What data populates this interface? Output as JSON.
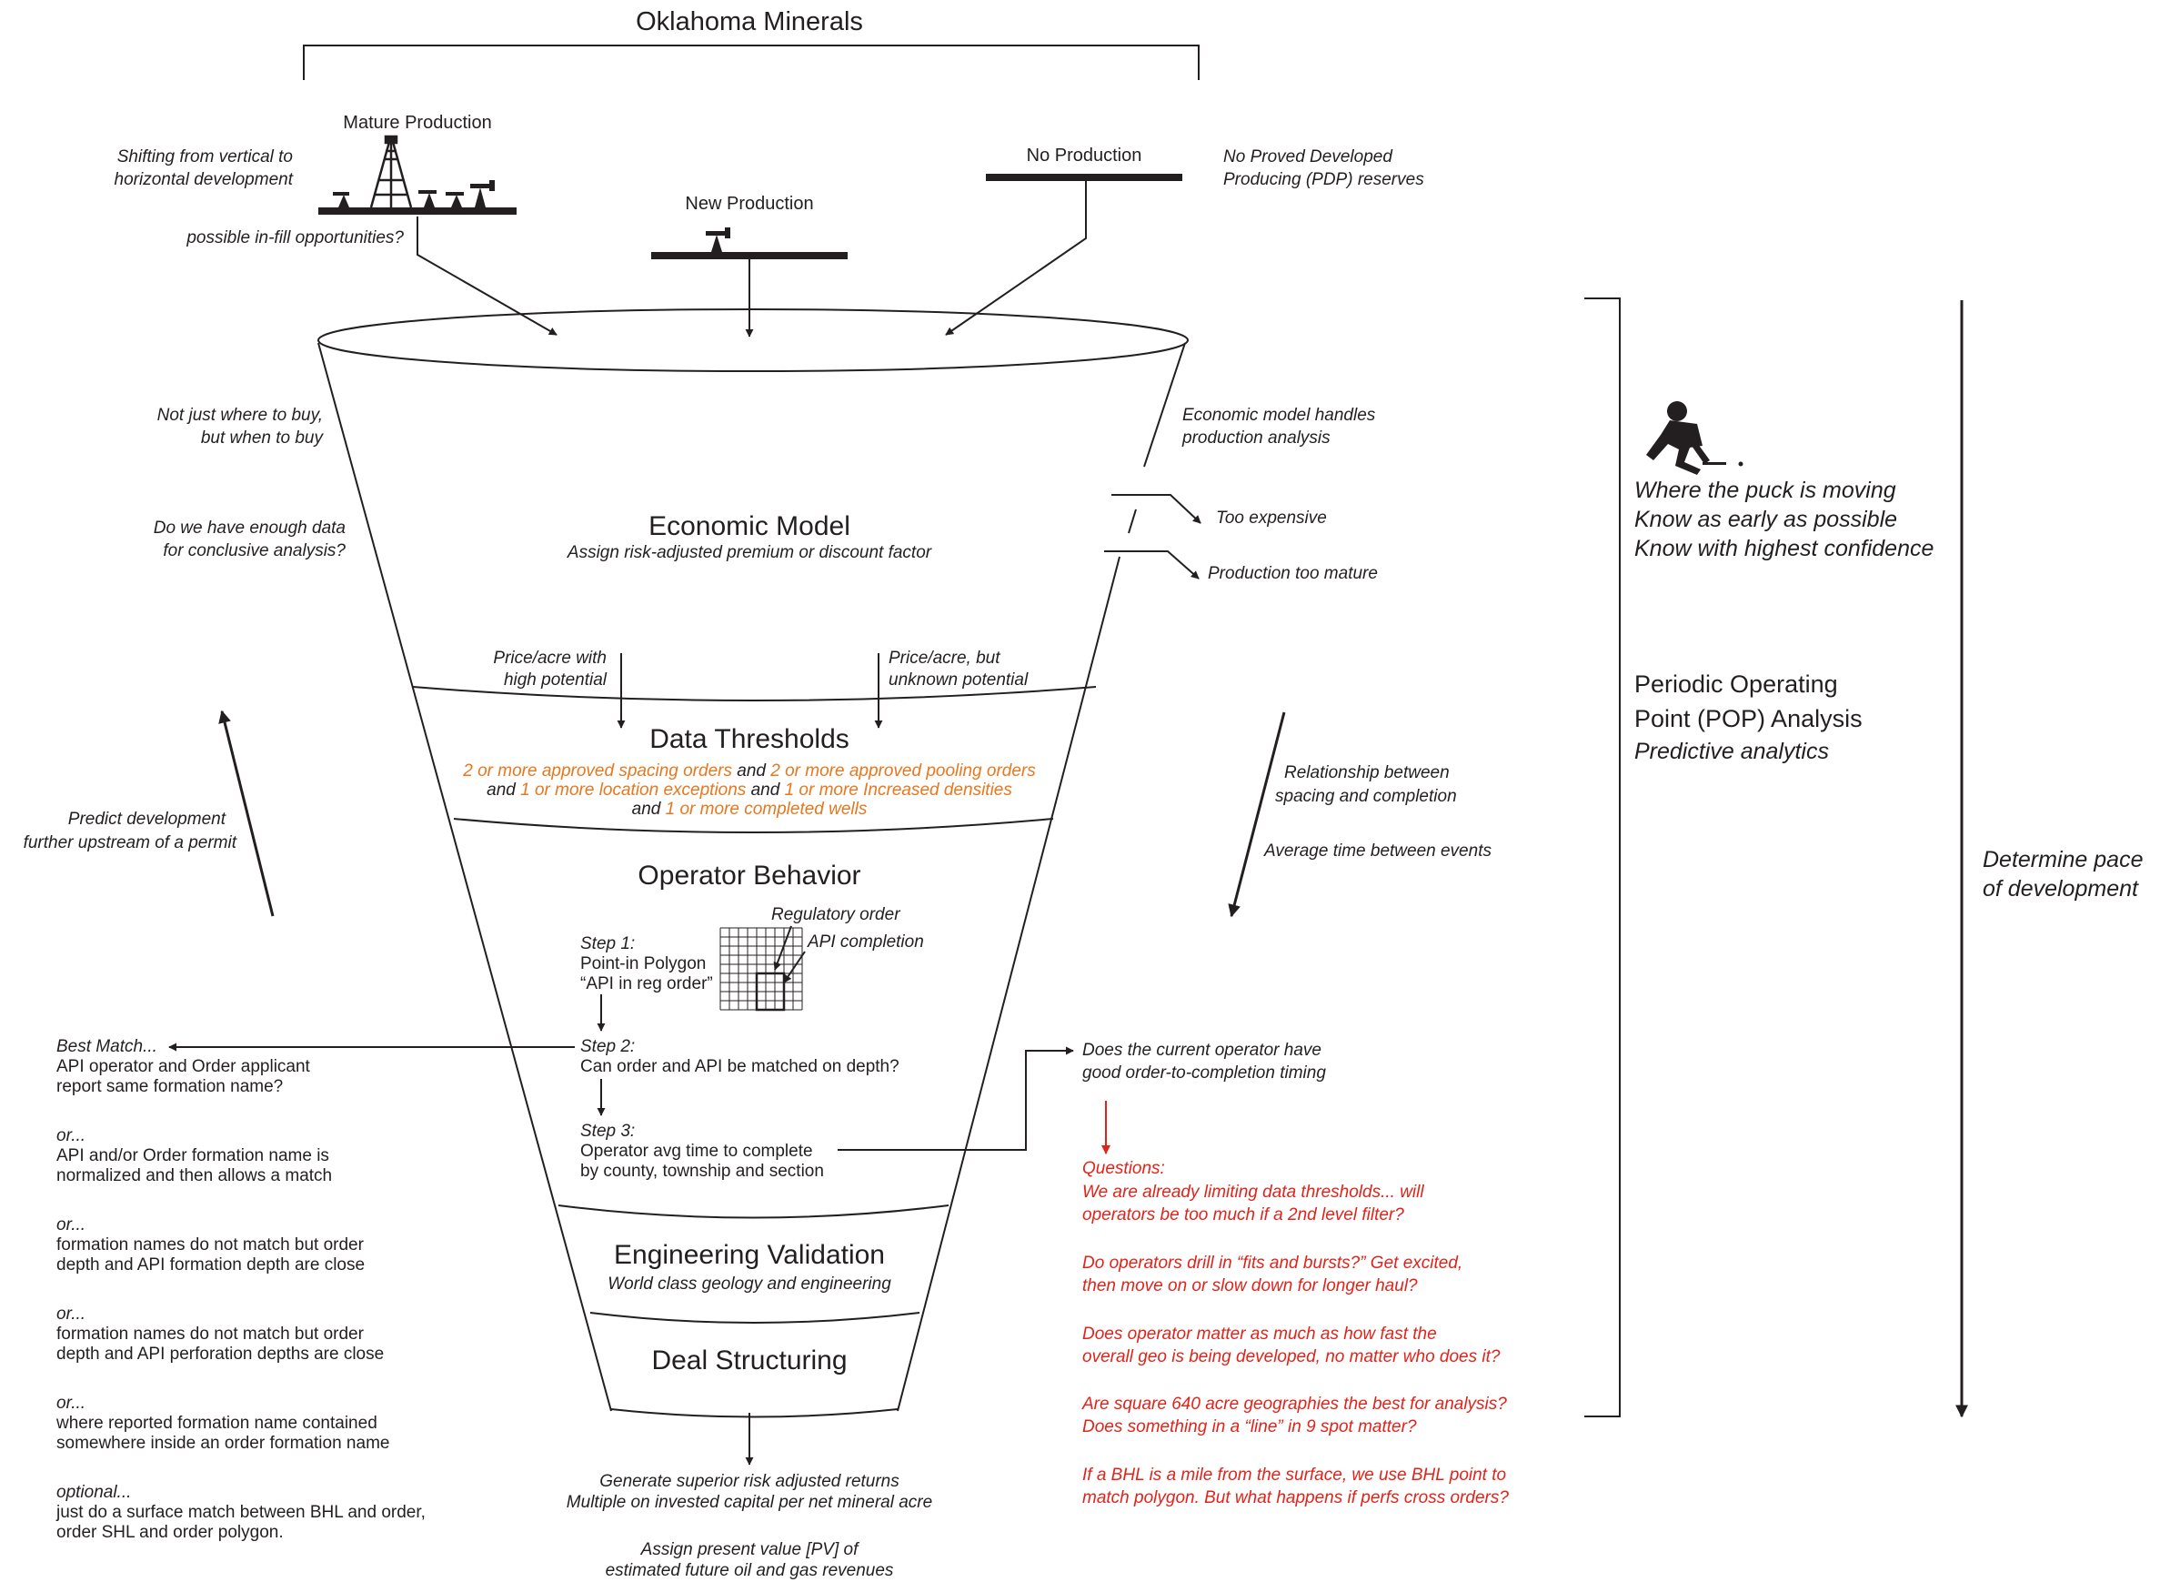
{
  "title": "Oklahoma Minerals",
  "production": {
    "mature": "Mature Production",
    "new": "New Production",
    "none": "No Production",
    "left_note": [
      "Shifting from vertical to",
      "horizontal development"
    ],
    "infill_note": "possible in-fill opportunities?",
    "pdp_note": [
      "No Proved Developed",
      "Producing (PDP) reserves"
    ]
  },
  "left_notes": {
    "buy": [
      "Not just where to buy,",
      "but when to buy"
    ],
    "data": [
      "Do we have enough data",
      "for conclusive analysis?"
    ],
    "predict": [
      "Predict development",
      "further upstream of a permit"
    ]
  },
  "right_notes": {
    "econ": [
      "Economic model handles",
      "production analysis"
    ],
    "too_expensive": "Too expensive",
    "too_mature": "Production too mature",
    "relationship": [
      "Relationship between",
      "spacing and completion"
    ],
    "avg_time": "Average time between events",
    "timing": [
      "Does the current operator have",
      "good order-to-completion timing"
    ]
  },
  "economic_model": {
    "heading": "Economic Model",
    "sub": "Assign risk-adjusted premium or discount factor",
    "price_high": [
      "Price/acre with",
      "high potential"
    ],
    "price_unknown": [
      "Price/acre, but",
      "unknown potential"
    ]
  },
  "data_thresholds": {
    "heading": "Data Thresholds",
    "line1": [
      "2 or more approved spacing orders",
      " and ",
      "2 or more approved pooling orders"
    ],
    "line2": [
      "and ",
      "1 or more location exceptions",
      " and ",
      "1 or more Increased densities"
    ],
    "line3": [
      "and ",
      "1 or more completed wells"
    ]
  },
  "operator_behavior": {
    "heading": "Operator Behavior",
    "reg_order": "Regulatory order",
    "api_completion": "API completion",
    "step1_title": "Step 1:",
    "step1_lines": [
      "Point-in Polygon",
      "“API in reg order”"
    ],
    "step2_title": "Step 2:",
    "step2_text": "Can order and API be matched on depth?",
    "step3_title": "Step 3:",
    "step3_lines": [
      "Operator avg time to complete",
      "by county, township and section"
    ]
  },
  "engineering": {
    "heading": "Engineering Validation",
    "sub": "World class geology and engineering"
  },
  "deal": {
    "heading": "Deal Structuring"
  },
  "bottom_notes": {
    "returns": [
      "Generate superior risk adjusted returns",
      "Multiple on invested capital per net mineral acre"
    ],
    "pv": [
      "Assign present value [PV] of",
      "estimated future oil and gas revenues"
    ]
  },
  "matches": [
    {
      "title": "Best Match...",
      "lines": [
        "API operator and Order applicant",
        "report same formation name?"
      ]
    },
    {
      "title": "or...",
      "lines": [
        "API and/or Order formation name is",
        "normalized and then allows a match"
      ]
    },
    {
      "title": "or...",
      "lines": [
        "formation names do not match but order",
        "depth and API formation depth are close"
      ]
    },
    {
      "title": "or...",
      "lines": [
        "formation names do not match but order",
        "depth and API perforation depths are close"
      ]
    },
    {
      "title": "or...",
      "lines": [
        "where reported formation name contained",
        "somewhere inside an order formation name"
      ]
    },
    {
      "title": "optional...",
      "lines": [
        "just do a surface match between BHL and order,",
        "order SHL and order polygon."
      ]
    }
  ],
  "questions": {
    "title": "Questions:",
    "groups": [
      [
        "We are already limiting data thresholds... will",
        "operators be too much if a 2nd level filter?"
      ],
      [
        "Do operators drill in “fits and bursts?” Get excited,",
        "then move on or slow down for longer haul?"
      ],
      [
        "Does operator matter as much as how fast the",
        "overall geo is being developed, no matter who does it?"
      ],
      [
        "Are square 640 acre geographies the best for analysis?",
        "Does something in a “line” in 9 spot matter?"
      ],
      [
        "If a BHL is a mile from the surface,  we use BHL point to",
        "match polygon.  But what happens if perfs cross orders?"
      ]
    ]
  },
  "pop": {
    "puck": [
      "Where the puck is moving",
      "Know as early as possible",
      "Know with highest confidence"
    ],
    "heading": [
      "Periodic Operating",
      "Point (POP) Analysis"
    ],
    "sub": "Predictive analytics"
  },
  "pace": [
    "Determine pace",
    "of development"
  ],
  "colors": {
    "ink": "#231f20",
    "orange": "#e8771e",
    "red": "#e2231a"
  },
  "icons": [
    "oil-derrick-icon",
    "pumpjack-icon",
    "hockey-player-icon",
    "grid-map-icon"
  ]
}
